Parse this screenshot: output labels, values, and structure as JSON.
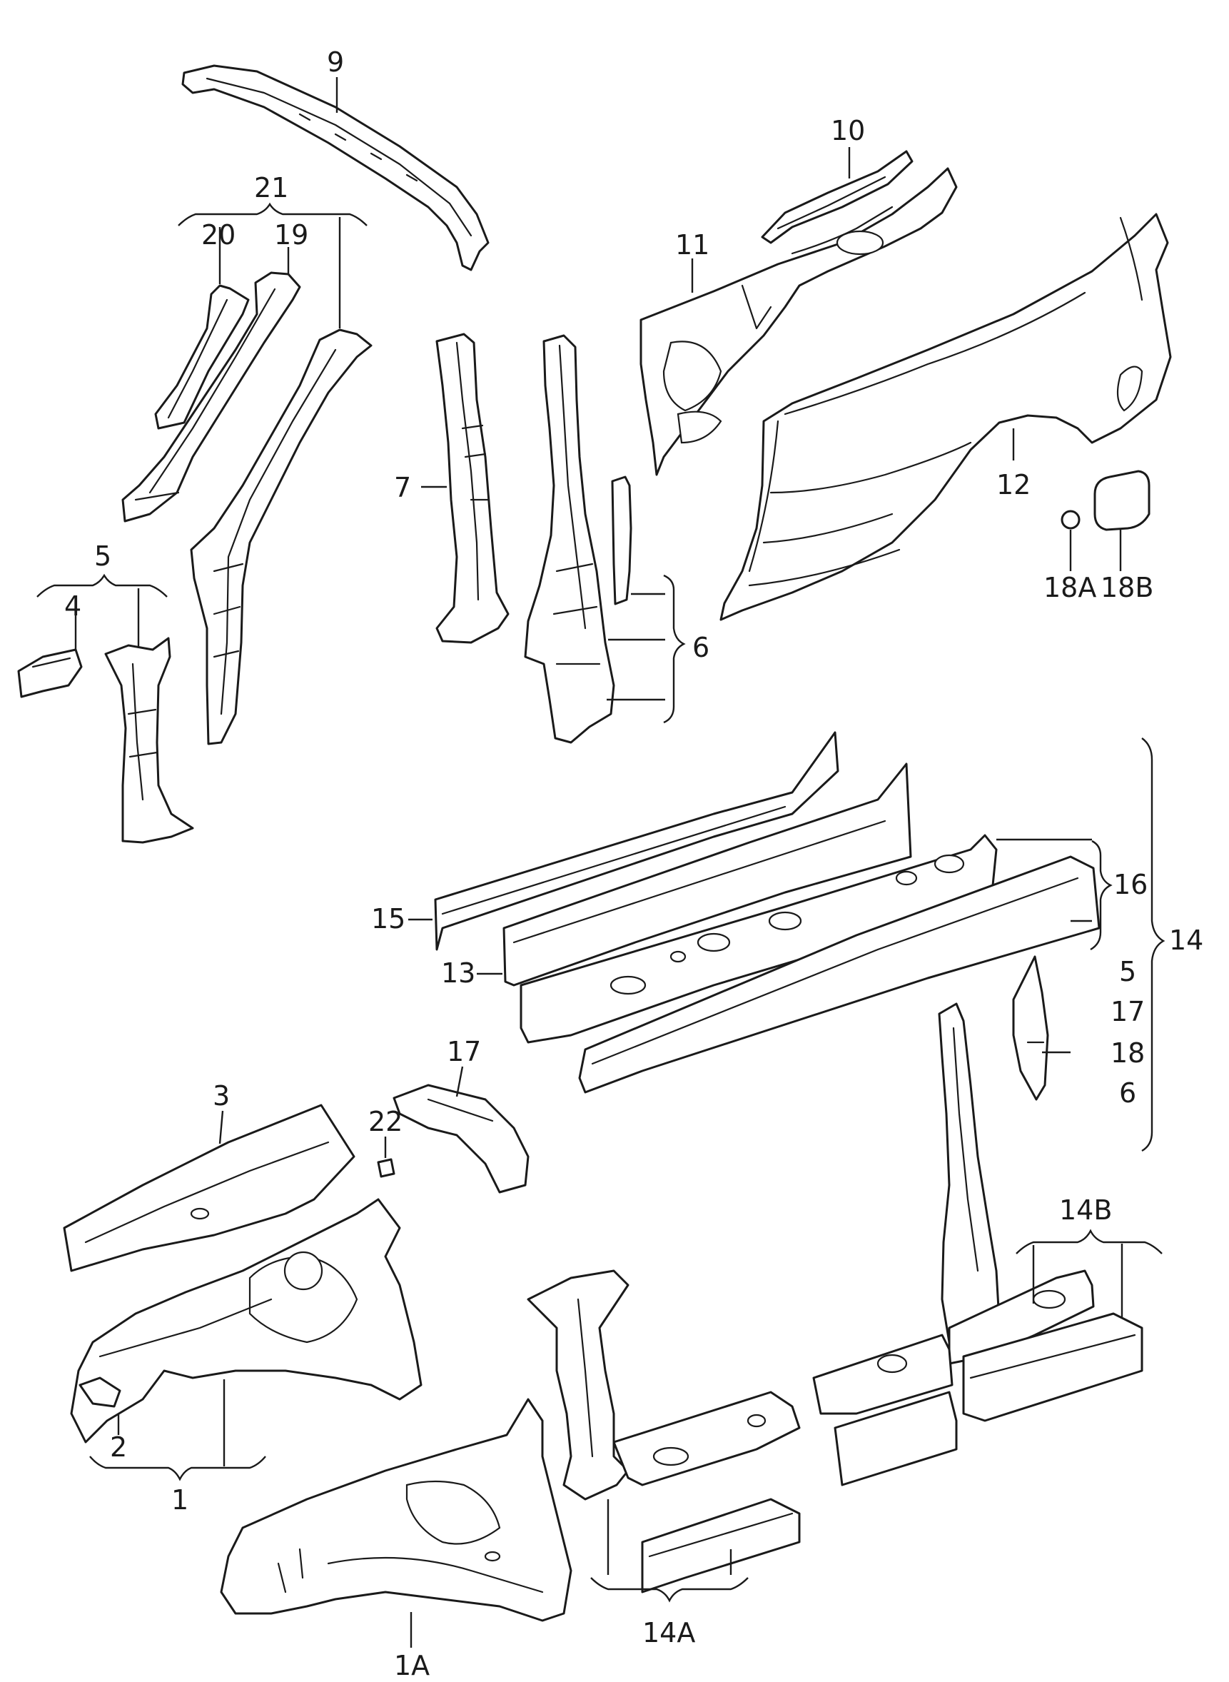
{
  "labels": {
    "l1": "1",
    "l1A": "1A",
    "l2": "2",
    "l3": "3",
    "l4": "4",
    "l5": "5",
    "l6": "6",
    "l7": "7",
    "l9": "9",
    "l10": "10",
    "l11": "11",
    "l12": "12",
    "l13": "13",
    "l14": "14",
    "l14A": "14A",
    "l14B": "14B",
    "l15": "15",
    "l16": "16",
    "l17": "17",
    "l18A": "18A",
    "l18B": "18B",
    "l19": "19",
    "l20": "20",
    "l21": "21",
    "l22": "22",
    "l14_sub5": "5",
    "l14_sub17": "17",
    "l14_sub18": "18",
    "l14_sub6": "6"
  }
}
